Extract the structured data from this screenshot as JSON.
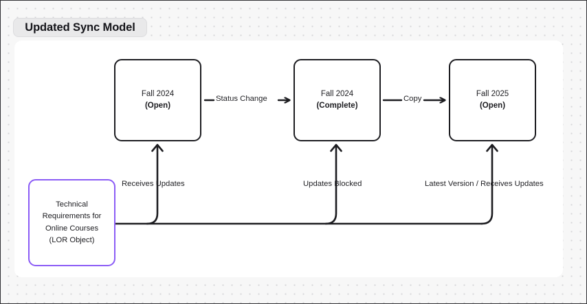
{
  "header": {
    "title": "Updated Sync Model"
  },
  "colors": {
    "node_border": "#1c1c20",
    "lor_border": "#8b5cf6",
    "canvas_bg": "#f7f7f7",
    "panel_bg": "#ffffff",
    "badge_bg": "#e9e9ea",
    "text": "#1b1b1f"
  },
  "diagram": {
    "type": "flowchart",
    "nodes": [
      {
        "id": "fall2024-open",
        "title": "Fall 2024",
        "status": "(Open)"
      },
      {
        "id": "fall2024-complete",
        "title": "Fall 2024",
        "status": "(Complete)"
      },
      {
        "id": "fall2025-open",
        "title": "Fall 2025",
        "status": "(Open)"
      }
    ],
    "lor_node": {
      "id": "lor-object",
      "lines": [
        "Technical",
        "Requirements for",
        "Online Courses",
        "(LOR Object)"
      ]
    },
    "edge_labels": {
      "status_change": "Status Change",
      "copy": "Copy",
      "receives_updates": "Receives Updates",
      "updates_blocked": "Updates Blocked",
      "latest_version": "Latest Version / Receives Updates"
    }
  }
}
